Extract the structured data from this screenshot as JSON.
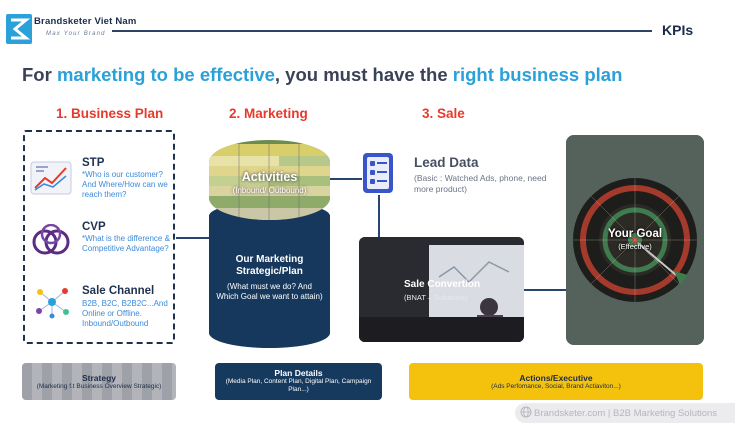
{
  "header": {
    "brand_name": "Brandsketer Viet Nam",
    "brand_tagline": "Max Your Brand",
    "page_label": "KPIs"
  },
  "headline": {
    "part1": "For ",
    "highlight1": "marketing to be effective",
    "part2": ", you must have the ",
    "highlight2": "right business plan"
  },
  "steps": {
    "business_plan": "1. Business Plan",
    "marketing": "2. Marketing",
    "sale": "3. Sale"
  },
  "business_plan": {
    "items": [
      {
        "title": "STP",
        "desc": "*Who is our customer? And Where/How can we reach them?",
        "icon": "chart-growth-icon"
      },
      {
        "title": "CVP",
        "desc": "*What is the difference & Competitive Advantage?",
        "icon": "overlapping-circles-icon"
      },
      {
        "title": "Sale Channel",
        "desc": "B2B, B2C, B2B2C...And Online or Offline. Inbound/Outbound",
        "icon": "network-nodes-icon"
      }
    ]
  },
  "marketing": {
    "activities_title": "Activities",
    "activities_sub": "(Inbound/ Outbound)",
    "strategy_title": "Our Marketing Strategic/Plan",
    "strategy_desc": "(What must we do? And Which Goal we want to attain)"
  },
  "sale": {
    "lead_title": "Lead Data",
    "lead_desc": "(Basic : Watched Ads, phone, need more product)",
    "conversion_title": "Sale Convertion",
    "conversion_sub": "(BNAT – Solutions)",
    "goal_title": "Your Goal",
    "goal_sub": "(Effective)"
  },
  "bottom": {
    "strategy_title": "Strategy",
    "strategy_desc": "(Marketing f.t Business Overview Strategic)",
    "plan_title": "Plan Details",
    "plan_desc": "(Media Plan, Content Plan, Digital Plan, Campaign Plan...)",
    "action_title": "Actions/Executive",
    "action_desc": "(Ads Perfomance, Social, Brand Actiaviton...)"
  },
  "footer": {
    "text": "Brandsketer.com | B2B Marketing Solutions"
  },
  "colors": {
    "accent_blue": "#2aa1d8",
    "step_red": "#e63a2c",
    "navy": "#16385c",
    "yellow": "#f4c20d"
  }
}
